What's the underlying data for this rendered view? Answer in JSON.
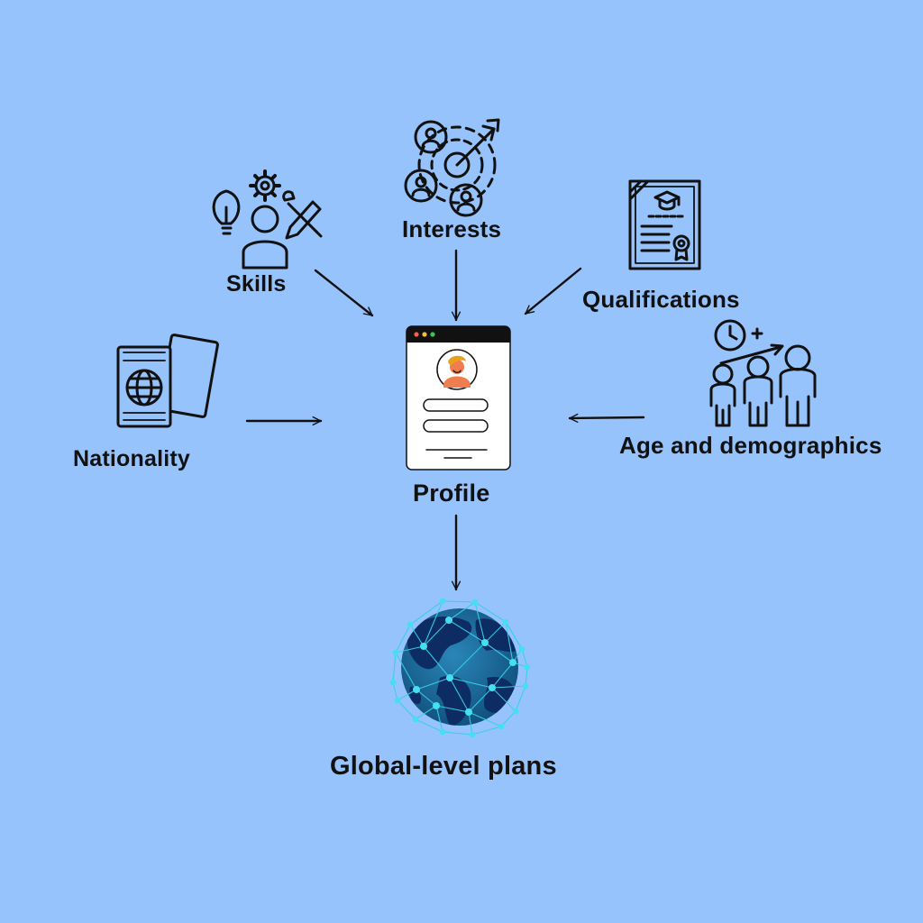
{
  "labels": {
    "skills": "Skills",
    "interests": "Interests",
    "qualifications": "Qualifications",
    "nationality": "Nationality",
    "age": "Age and demographics",
    "profile": "Profile",
    "global": "Global-level plans"
  },
  "colors": {
    "background": "#97c3fd",
    "stroke": "#111111",
    "avatar_skin": "#f07d4f",
    "avatar_hair": "#e7a11a",
    "globe_dark": "#0d2c63",
    "globe_mid": "#1a6e9e",
    "network": "#36cfe8"
  },
  "icons": {
    "skills": "skills-person-icon",
    "interests": "interests-target-icon",
    "qualifications": "certificate-icon",
    "nationality": "passport-icon",
    "age": "age-demographics-icon",
    "profile": "profile-window-icon",
    "global": "globe-network-icon"
  }
}
